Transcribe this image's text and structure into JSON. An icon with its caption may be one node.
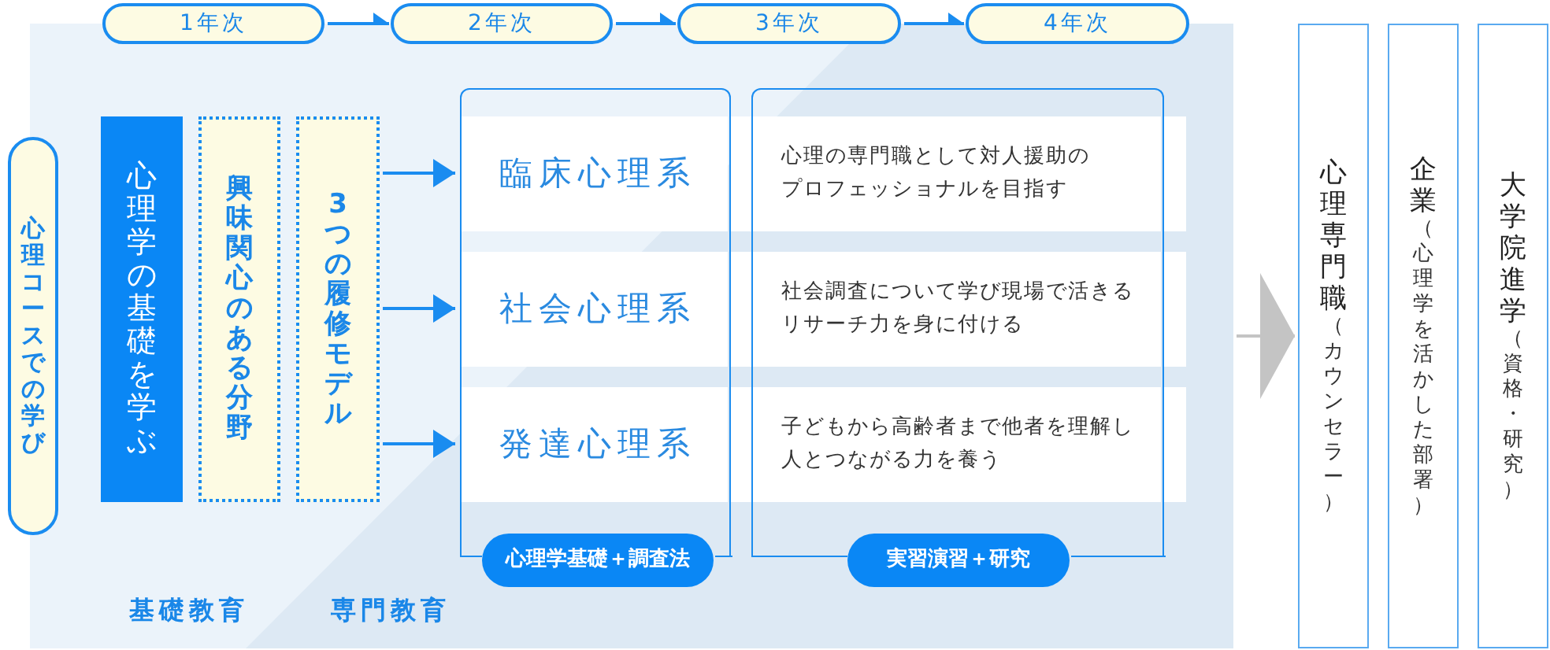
{
  "diagram": {
    "nodes": [
      {
        "text": [
          "1年次"
        ]
      },
      {
        "text": [
          "2年次"
        ]
      },
      {
        "text": [
          "3年次"
        ]
      },
      {
        "text": [
          "4年次"
        ]
      },
      {
        "text": [
          "基礎教育",
          "専門教育"
        ]
      },
      {
        "text": [
          "心理コースでの学び"
        ]
      },
      {
        "text": [
          "心理学の基礎を学ぶ"
        ],
        "in": 4
      },
      {
        "text": [
          "興味関心のある分野"
        ],
        "in": 4
      },
      {
        "text": [
          "3つの履修モデル"
        ],
        "in": 4
      },
      {
        "text": [
          "心理学基礎＋調査法"
        ],
        "in": 4
      },
      {
        "text": [
          "臨床心理系"
        ],
        "in": 9
      },
      {
        "text": [
          "社会心理系"
        ],
        "in": 9
      },
      {
        "text": [
          "発達心理系"
        ],
        "in": 9
      },
      {
        "text": [
          "実習演習＋研究"
        ],
        "in": 4
      },
      {
        "text": [
          "心理の専門職として対人援助のプロフェッショナルを目指す"
        ],
        "in": 13
      },
      {
        "text": [
          "社会調査について学び現場で活きるリサーチ力を身に付ける"
        ],
        "in": 13
      },
      {
        "text": [
          "子どもから高齢者まで他者を理解し人とつながる力を養う"
        ],
        "in": 13
      },
      {
        "text": [
          "心理専門職",
          "（カウンセラー）"
        ]
      },
      {
        "text": [
          "企業",
          "（心理学を活かした部署）"
        ]
      },
      {
        "text": [
          "大学院進学",
          "（資格・研究）"
        ]
      }
    ],
    "edges": [
      {
        "from": 0,
        "to": 1,
        "arrow": "to"
      },
      {
        "from": 1,
        "to": 2,
        "arrow": "to"
      },
      {
        "from": 2,
        "to": 3,
        "arrow": "to"
      },
      {
        "from": 8,
        "to": 10,
        "arrow": "to"
      },
      {
        "from": 8,
        "to": 11,
        "arrow": "to"
      },
      {
        "from": 8,
        "to": 12,
        "arrow": "to"
      },
      {
        "from": 4,
        "to": 17,
        "arrow": "to",
        "color": "#c4c4c4"
      }
    ]
  }
}
